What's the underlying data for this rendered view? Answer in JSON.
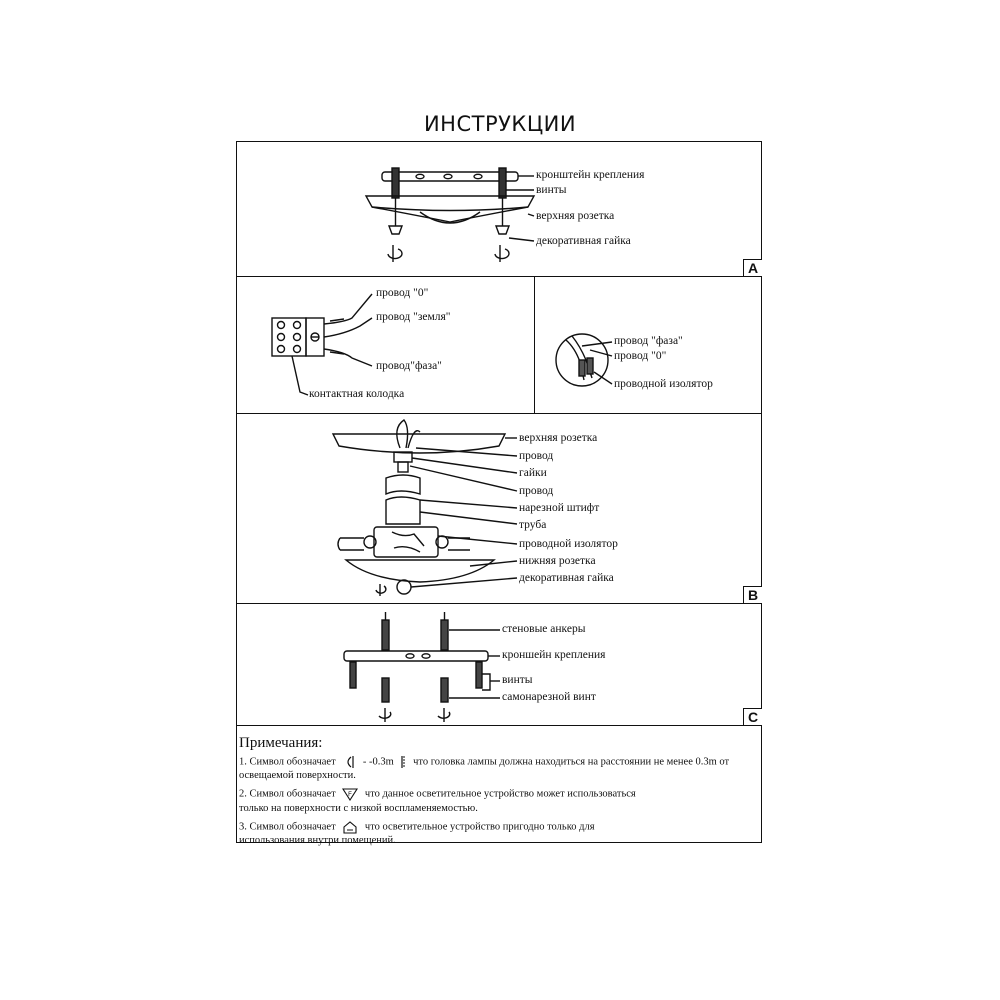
{
  "title": "ИНСТРУКЦИИ",
  "panels": {
    "a": {
      "letter": "A",
      "labels": [
        "кронштейн крепления",
        "винты",
        "верхняя розетка",
        "декоративная гайка"
      ]
    },
    "wiring_left": {
      "labels": [
        "провод \"0\"",
        "провод \"земля\"",
        "провод\"фаза\"",
        "контактная колодка"
      ]
    },
    "wiring_right": {
      "labels": [
        "провод \"фаза\"",
        "провод \"0\"",
        "проводной изолятор"
      ]
    },
    "b": {
      "letter": "B",
      "labels": [
        "верхняя розетка",
        "провод",
        "гайки",
        "провод",
        "нарезной штифт",
        "труба",
        "проводной изолятор",
        "нижняя розетка",
        "декоративная гайка"
      ]
    },
    "c": {
      "letter": "C",
      "labels": [
        "стеновые анкеры",
        "кроншейн крепления",
        "винты",
        "самонарезной винт"
      ]
    }
  },
  "notes": {
    "title": "Примечания:",
    "n1_a": "1. Символ обозначает",
    "n1_sym": "- -0.3m",
    "n1_b": "что головка лампы должна находиться на расстоянии не менее 0.3m от",
    "n1_c": "освещаемой поверхности.",
    "n2_a": "2. Символ обозначает",
    "n2_b": "что данное осветительное устройство может использоваться",
    "n2_c": "только на поверхности с низкой воспламеняемостью.",
    "n3_a": "3. Символ обозначает",
    "n3_b": "что осветительное устройство пригодно только для",
    "n3_c": "использования внутри помещений."
  }
}
